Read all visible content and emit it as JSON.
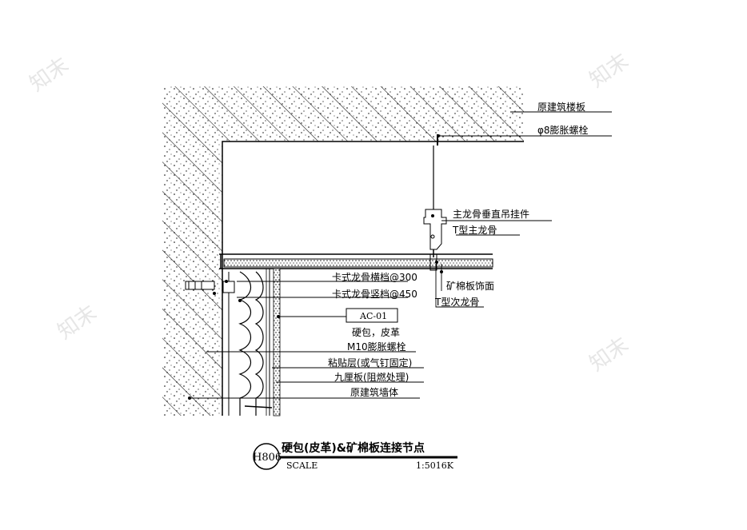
{
  "watermark": "知末",
  "labels": {
    "slab": "原建筑楼板",
    "bolt": "φ8膨胀螺栓",
    "hanger": "主龙骨垂直吊挂件",
    "t_main": "T型主龙骨",
    "card_h": "卡式龙骨横档@300",
    "card_v": "卡式龙骨竖档@450",
    "panel": "矿棉板饰面",
    "t_sub": "T型次龙骨",
    "code": "AC-01",
    "soft": "硬包，皮革",
    "m10": "M10膨胀螺栓",
    "glue": "粘贴层(或气钉固定)",
    "board": "九厘板(阻燃处理)",
    "wall": "原建筑墙体"
  },
  "title_block": {
    "id": "H806",
    "title": "硬包(皮革)&矿棉板连接节点",
    "scale_label": "SCALE",
    "scale_value": "1:5016K"
  }
}
